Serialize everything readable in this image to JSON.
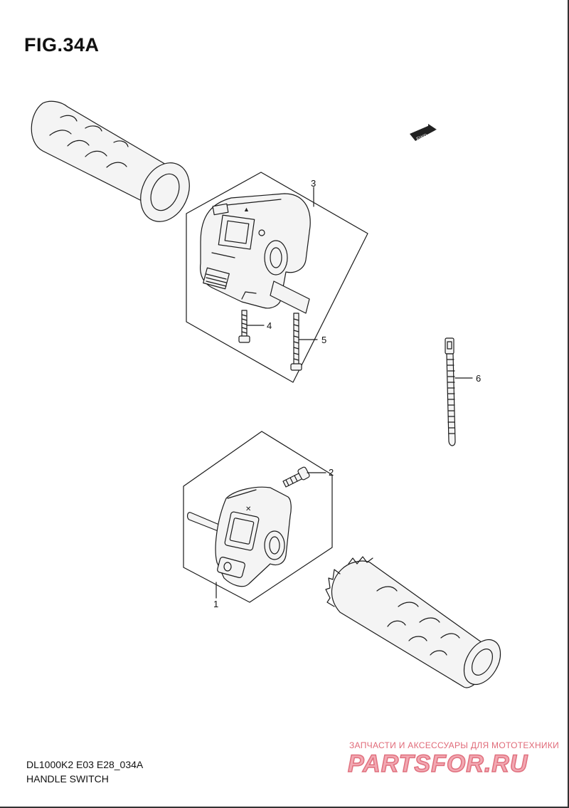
{
  "figure": {
    "title": "FIG.34A"
  },
  "callouts": [
    {
      "id": "1",
      "label": "1"
    },
    {
      "id": "2",
      "label": "2"
    },
    {
      "id": "3",
      "label": "3"
    },
    {
      "id": "4",
      "label": "4"
    },
    {
      "id": "5",
      "label": "5"
    },
    {
      "id": "6",
      "label": "6"
    }
  ],
  "fwd_badge": {
    "label": "FWD"
  },
  "footer": {
    "code": "DL1000K2 E03 E28_034A",
    "name": "HANDLE SWITCH"
  },
  "watermark": {
    "subtitle": "ЗАПЧАСТИ И АКСЕССУАРЫ ДЛЯ МОТОТЕХНИКИ",
    "brand": "PARTSFOR.RU"
  }
}
